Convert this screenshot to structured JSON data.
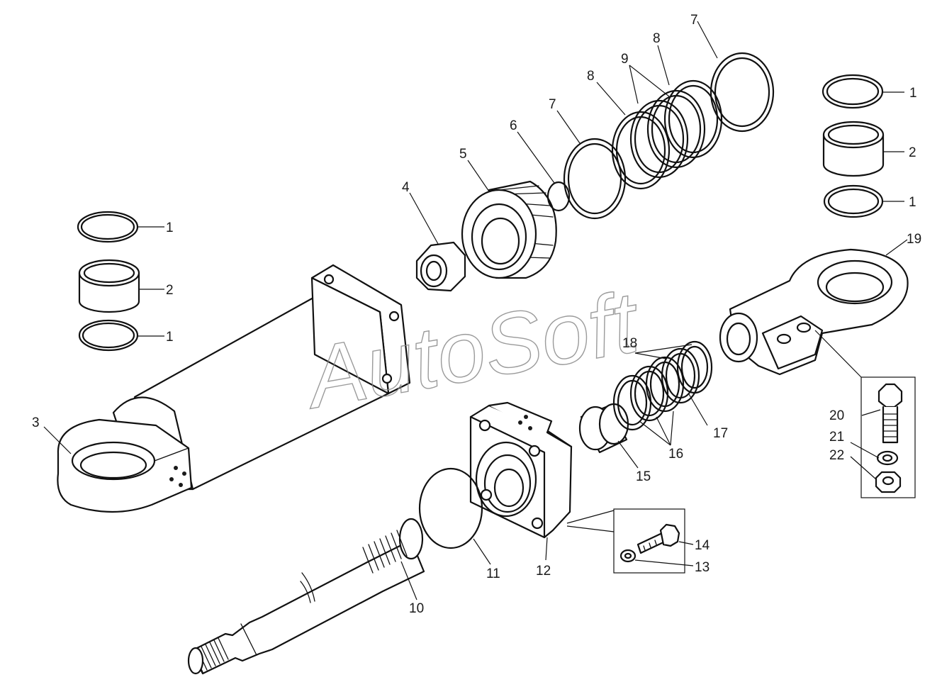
{
  "watermark": "AutoSoft",
  "callouts": {
    "p1_left_top": "1",
    "p2_left": "2",
    "p1_left_bottom": "1",
    "p3": "3",
    "p4": "4",
    "p5": "5",
    "p6": "6",
    "p7_a": "7",
    "p8_a": "8",
    "p9": "9",
    "p8_b": "8",
    "p7_b": "7",
    "p1_right_top": "1",
    "p2_right": "2",
    "p1_right_bottom": "1",
    "p19": "19",
    "p18": "18",
    "p17": "17",
    "p16": "16",
    "p15": "15",
    "p20": "20",
    "p21": "21",
    "p22": "22",
    "p14": "14",
    "p13": "13",
    "p12": "12",
    "p11": "11",
    "p10": "10"
  }
}
